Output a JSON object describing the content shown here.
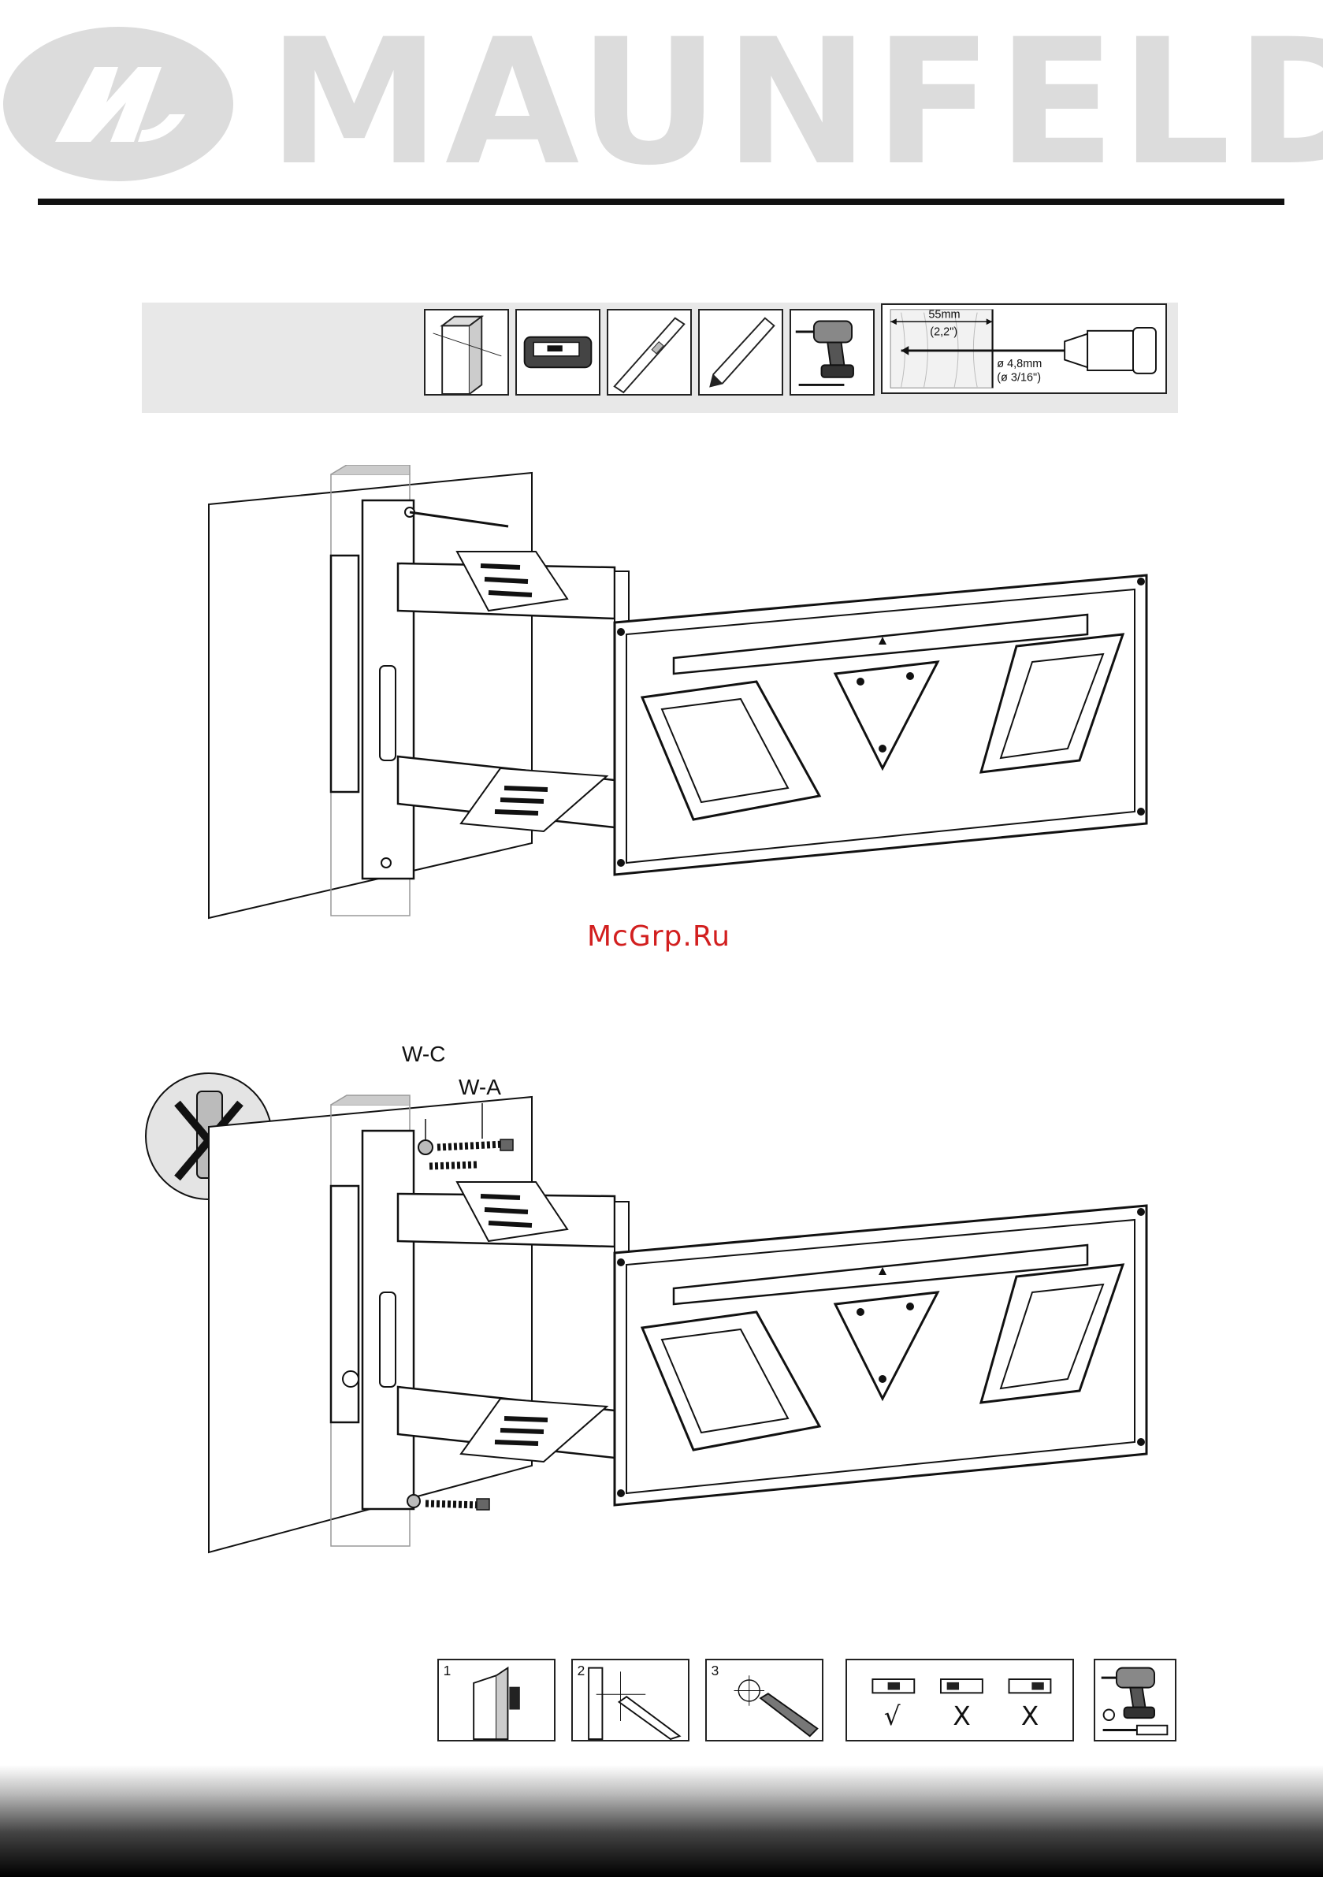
{
  "header": {
    "brand": "MAUNFELD",
    "logo_icon": "maunfeld-m-logo-icon"
  },
  "tools": {
    "items": [
      "wall-stud-icon",
      "stud-finder-icon",
      "spirit-level-icon",
      "pencil-icon",
      "drill-icon",
      "drill-bit-spec-icon"
    ],
    "drill_spec": {
      "depth_mm": "55mm",
      "depth_in": "(2,2\")",
      "diameter_mm": "ø 4,8mm",
      "diameter_in": "(ø 3/16\")"
    }
  },
  "watermark": "McGrp.Ru",
  "parts": {
    "washer_label": "W-C",
    "screw_label": "W-A"
  },
  "steps": {
    "numbers": [
      "1",
      "2",
      "3"
    ],
    "level_marks": [
      "√",
      "X",
      "X"
    ]
  },
  "colors": {
    "line": "#111111",
    "band": "#e8e8e8",
    "logo": "#dcdcdc",
    "watermark": "#d21f1f"
  }
}
